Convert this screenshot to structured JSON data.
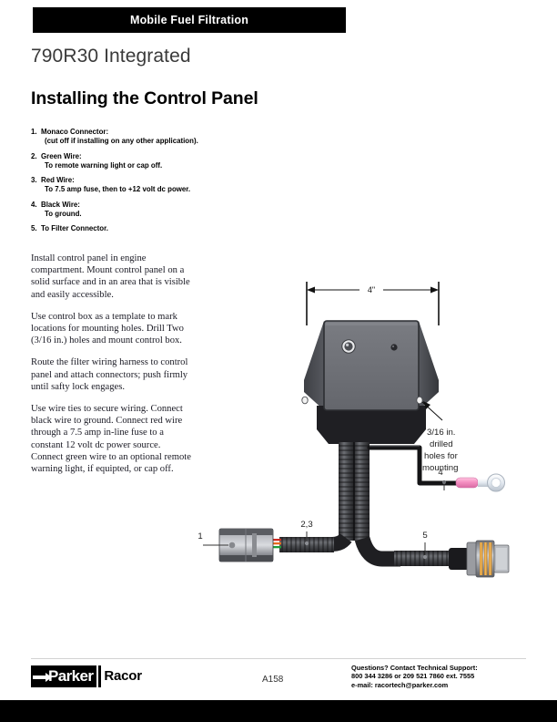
{
  "header": {
    "banner_title": "Mobile Fuel Filtration",
    "model_title": "790R30 Integrated",
    "page_heading": "Installing the Control Panel"
  },
  "legend": {
    "items": [
      {
        "num": "1.",
        "title": "Monaco Connector:",
        "desc": "(cut off if installing on any other application)."
      },
      {
        "num": "2.",
        "title": "Green Wire:",
        "desc": "To remote warning light or cap off."
      },
      {
        "num": "3.",
        "title": "Red Wire:",
        "desc": "To 7.5 amp fuse, then to +12 volt dc power."
      },
      {
        "num": "4.",
        "title": "Black Wire:",
        "desc": "To ground."
      },
      {
        "num": "5.",
        "title": "To Filter Connector.",
        "desc": ""
      }
    ]
  },
  "body": {
    "paragraphs": [
      "Install control panel in engine compartment. Mount control panel on a solid surface and in an area that is visible and easily accessible.",
      "Use control box as a template to mark locations for mounting holes. Drill Two (3/16 in.) holes and mount control box.",
      "Route the filter wiring harness to control panel and attach connectors; push firmly until safty lock engages.",
      "Use wire ties to secure wiring. Connect black wire to ground. Connect red wire through a 7.5 amp in-line fuse to a constant 12 volt dc power source. Connect green wire to an optional remote warning light, if equipted, or cap off."
    ]
  },
  "diagram": {
    "dimension_label": "4\"",
    "hole_callout_lines": [
      "3/16 in.",
      "drilled",
      "holes for",
      "mounting"
    ],
    "callout_1": "1",
    "callout_23": "2,3",
    "callout_4": "4",
    "callout_5": "5",
    "colors": {
      "box_face": "#6e7076",
      "box_side": "#4a4c52",
      "box_base": "#232327",
      "conduit": "#3c3c3f",
      "connector_body": "#9a9ca1",
      "terminal_sleeve": "#f0a0c8",
      "terminal_ring": "#dfe6ee",
      "filter_gold": "#e0a03a"
    }
  },
  "footer": {
    "logo_parker": "Parker",
    "logo_racor": "Racor",
    "page_number": "A158",
    "support_lines": [
      "Questions? Contact Technical Support:",
      "800 344 3286 or 209 521 7860 ext. 7555",
      "e-mail: racortech@parker.com"
    ]
  }
}
